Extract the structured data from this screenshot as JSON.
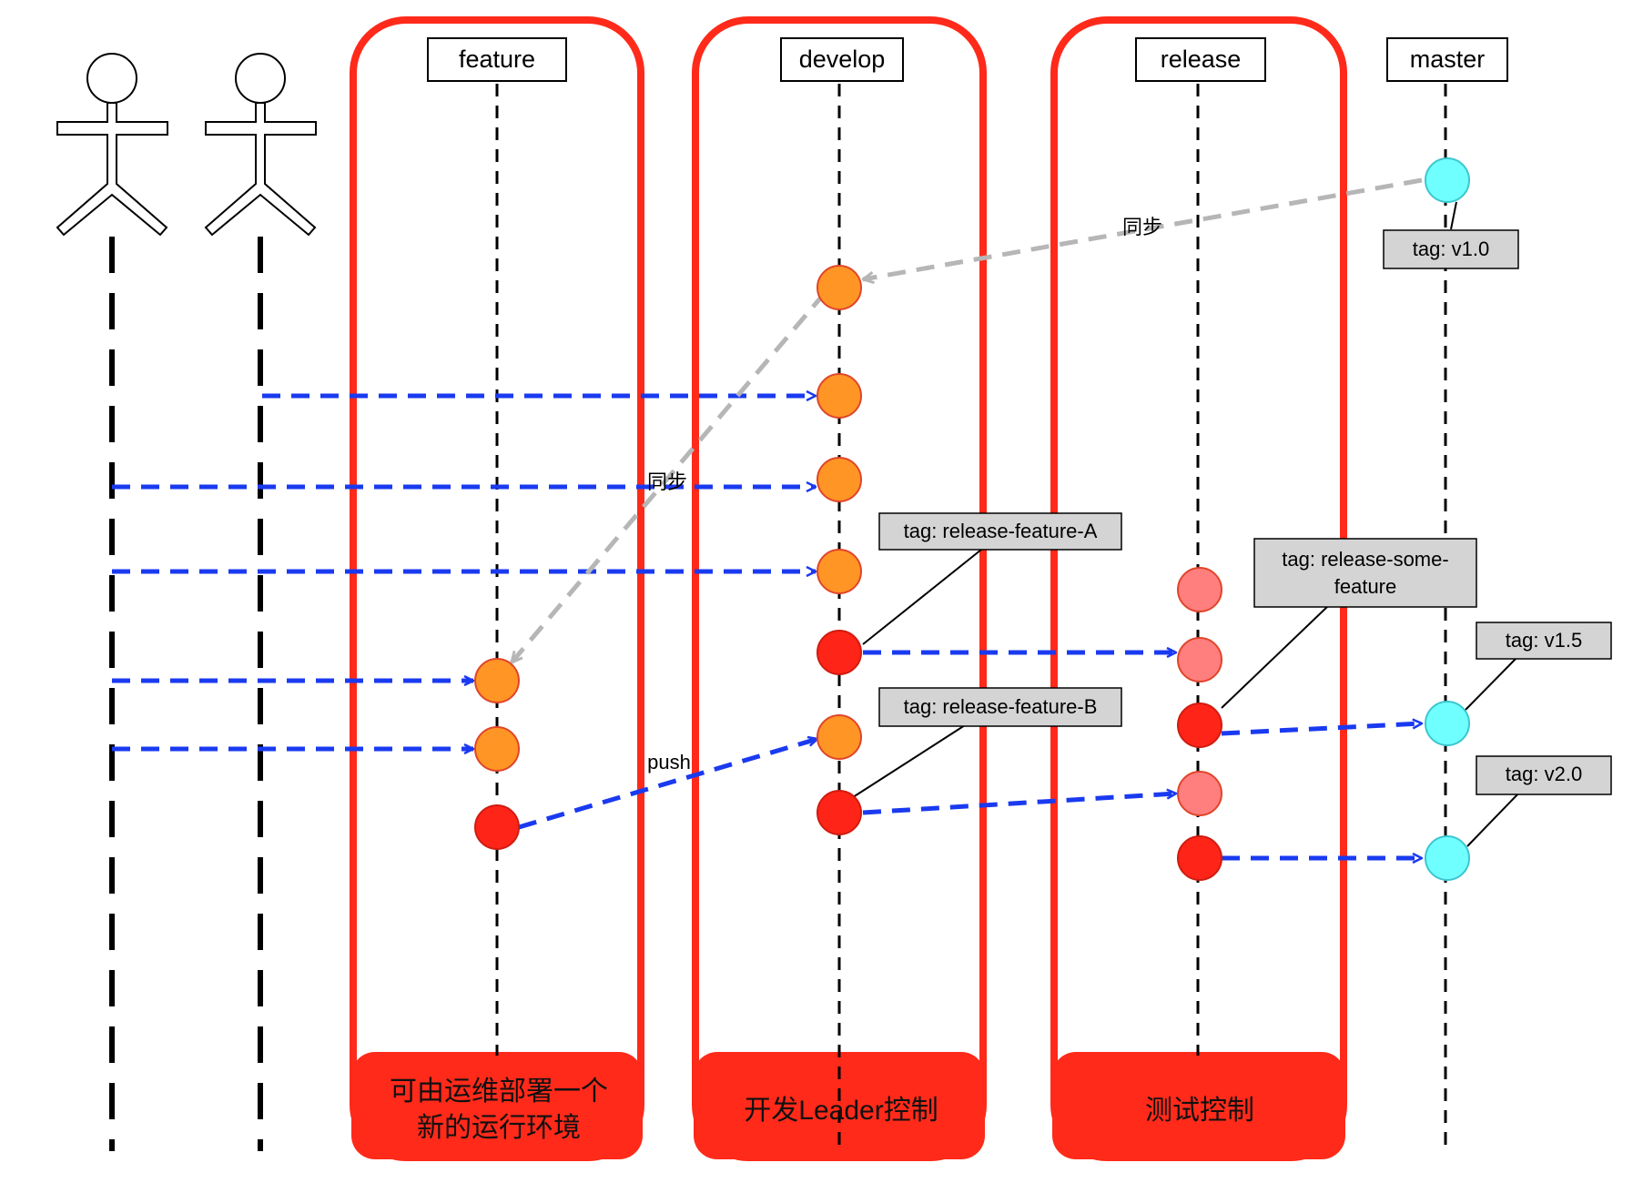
{
  "lanes": [
    {
      "id": "feature",
      "label": "feature",
      "footer": [
        "可由运维部署一个",
        "新的运行环境"
      ]
    },
    {
      "id": "develop",
      "label": "develop",
      "footer": [
        "开发Leader控制"
      ]
    },
    {
      "id": "release",
      "label": "release",
      "footer": [
        "测试控制"
      ]
    },
    {
      "id": "master",
      "label": "master"
    }
  ],
  "actors": [
    {
      "id": "developer-1"
    },
    {
      "id": "developer-2"
    }
  ],
  "tags": {
    "master_v1_0": "tag: v1.0",
    "release_feature_a": "tag: release-feature-A",
    "release_feature_b": "tag: release-feature-B",
    "release_some_feature": [
      "tag: release-some-",
      "feature"
    ],
    "master_v1_5": "tag: v1.5",
    "master_v2_0": "tag: v2.0"
  },
  "edge_labels": {
    "sync_master_to_develop": "同步",
    "sync_develop_to_feature": "同步",
    "push_feature_to_develop": "push"
  },
  "colors": {
    "swimlane_border": "#ff2a1a",
    "footer_fill": "#ff2a1a",
    "footer_text": "#111111",
    "commit_orange": "#ff9524",
    "commit_red": "#ff2418",
    "commit_pink": "#ff7e7e",
    "commit_cyan": "#70ffff",
    "arrow_blue": "#1a3af0",
    "arrow_gray": "#b6b6b6",
    "tag_fill": "#d4d4d4"
  }
}
